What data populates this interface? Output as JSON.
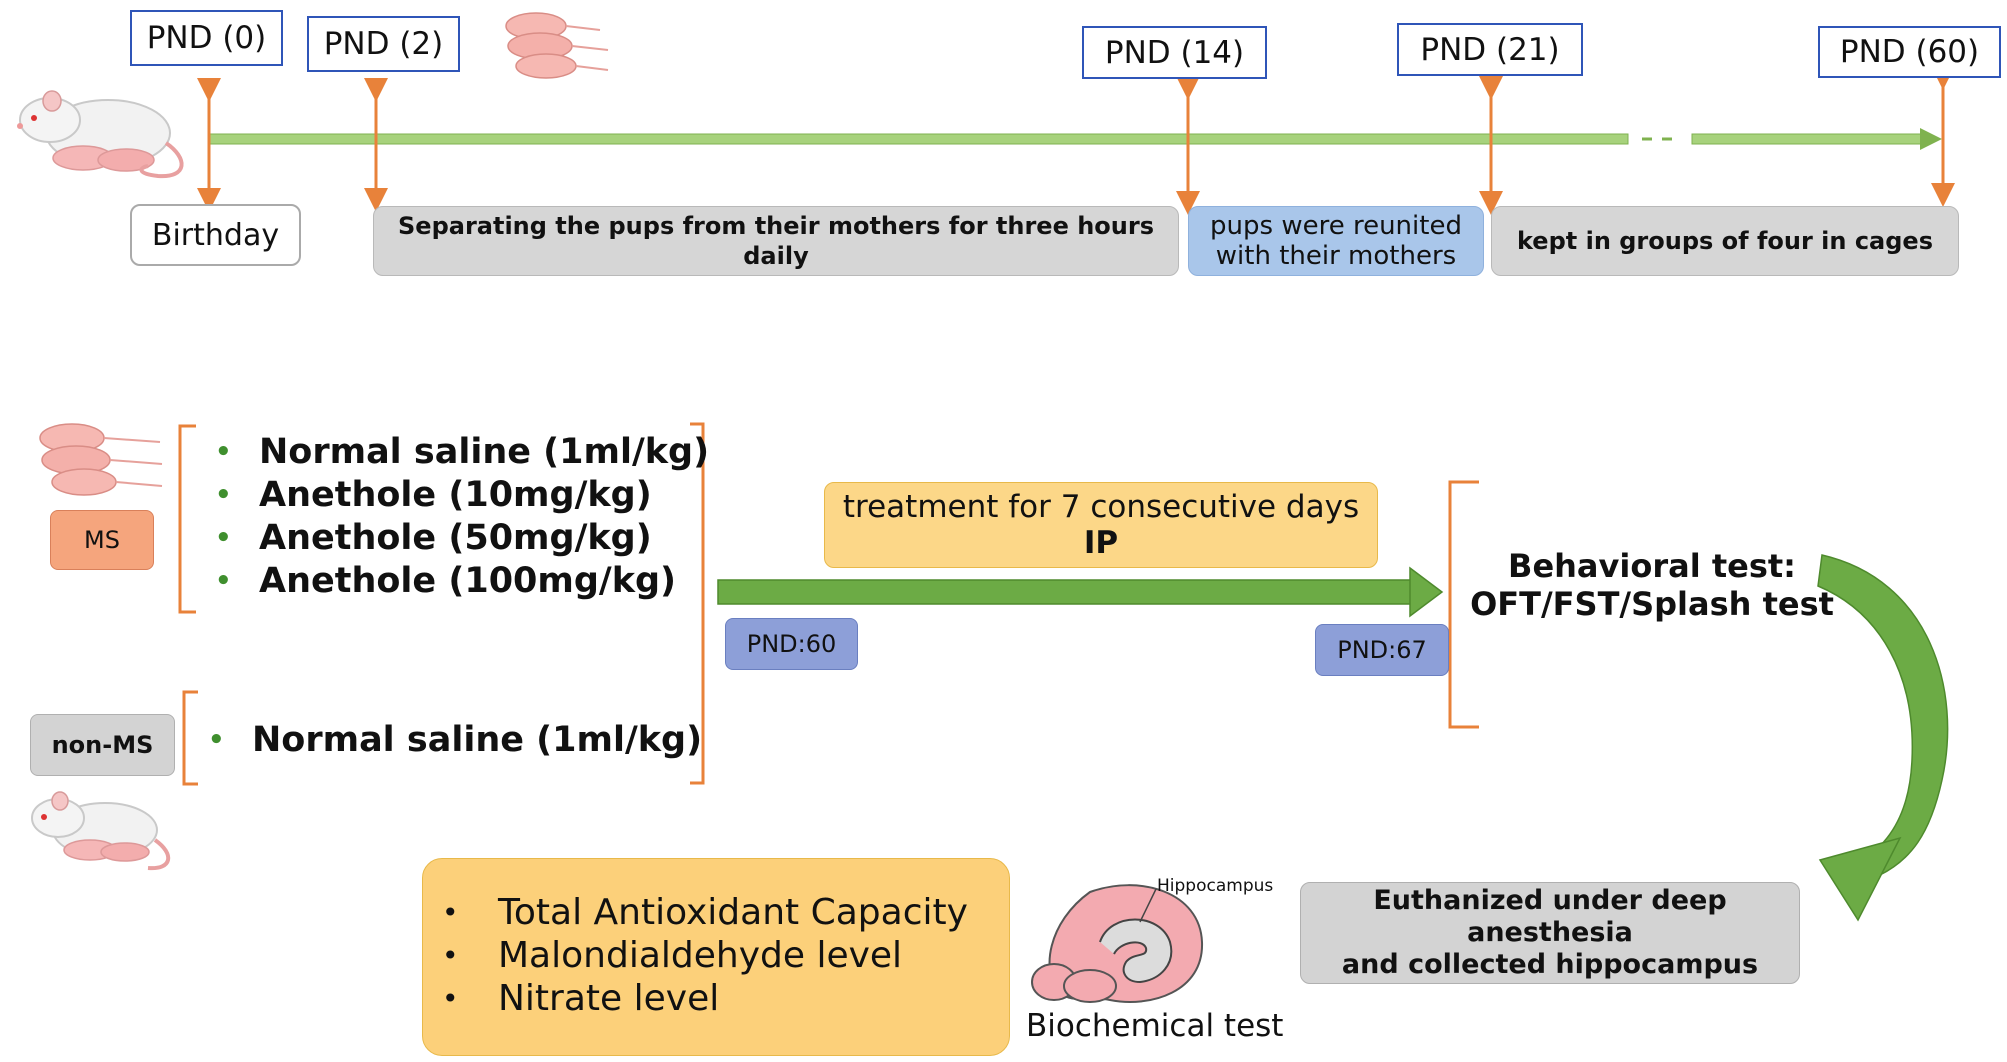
{
  "timeline": {
    "markers": [
      {
        "id": "pnd0",
        "label": "PND (0)"
      },
      {
        "id": "pnd2",
        "label": "PND (2)"
      },
      {
        "id": "pnd14",
        "label": "PND (14)"
      },
      {
        "id": "pnd21",
        "label": "PND (21)"
      },
      {
        "id": "pnd60",
        "label": "PND (60)"
      }
    ],
    "stages": {
      "birthday": "Birthday",
      "separation": "Separating the pups from their mothers for three hours daily",
      "reunited_1": "pups were reunited",
      "reunited_2": "with their mothers",
      "groups": "kept in groups of four in cages"
    }
  },
  "groups": {
    "ms_label": "MS",
    "ms_items": [
      "Normal saline (1ml/kg)",
      "Anethole (10mg/kg)",
      "Anethole (50mg/kg)",
      "Anethole (100mg/kg)"
    ],
    "nonms_label": "non-MS",
    "nonms_items": [
      "Normal saline (1ml/kg)"
    ]
  },
  "treatment": {
    "line1": "treatment for 7 consecutive days",
    "line2": "IP",
    "start": "PND:60",
    "end": "PND:67"
  },
  "behavioral": {
    "line1": "Behavioral test:",
    "line2": "OFT/FST/Splash test"
  },
  "euthanized": {
    "line1": "Euthanized under deep anesthesia",
    "line2": "and collected hippocampus"
  },
  "biochemical": {
    "items": [
      "Total Antioxidant Capacity",
      "Malondialdehyde level",
      "Nitrate level"
    ],
    "brain_label": "Hippocampus",
    "title": "Biochemical test"
  },
  "colors": {
    "marker_border": "#2f55b8",
    "arrow_orange": "#e8823a",
    "timeline_green": "#9acd6e",
    "main_arrow_green": "#5fa33a",
    "ms_tag": "#f5a57d",
    "nonms_tag": "#d3d3d3",
    "treatment_box": "#fcd788",
    "pnd_tag": "#8d9fd8",
    "biochem_box": "#fcd07a"
  }
}
